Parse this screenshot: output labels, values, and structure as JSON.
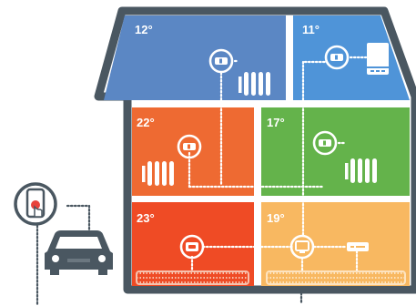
{
  "rooms": [
    {
      "id": "attic-left",
      "temperature": "12°",
      "color": "#5b87c4",
      "device": "thermostat",
      "emitter": "radiator"
    },
    {
      "id": "attic-right",
      "temperature": "11°",
      "color": "#4f94d8",
      "device": "thermostat",
      "emitter": "boiler"
    },
    {
      "id": "middle-left",
      "temperature": "22°",
      "color": "#ee6a32",
      "device": "thermostat",
      "emitter": "radiator"
    },
    {
      "id": "middle-right",
      "temperature": "17°",
      "color": "#64b34b",
      "device": "thermostat",
      "emitter": "radiator"
    },
    {
      "id": "ground-left",
      "temperature": "23°",
      "color": "#ef4b25",
      "device": "floor-thermostat",
      "emitter": "underfloor-heating"
    },
    {
      "id": "ground-right",
      "temperature": "19°",
      "color": "#f8b861",
      "device": "hub",
      "emitter": "underfloor-heating"
    }
  ],
  "colors": {
    "house_outline": "#4a5761",
    "car": "#4a5761",
    "phone_frame": "#4a5761",
    "phone_accent": "#e8433b",
    "connection_line": "#ffffff",
    "icon_fill": "#ffffff"
  },
  "icons": [
    "thermostat-icon",
    "radiator-icon",
    "boiler-icon",
    "underfloor-heating-icon",
    "hub-icon",
    "smartphone-icon",
    "car-icon"
  ]
}
